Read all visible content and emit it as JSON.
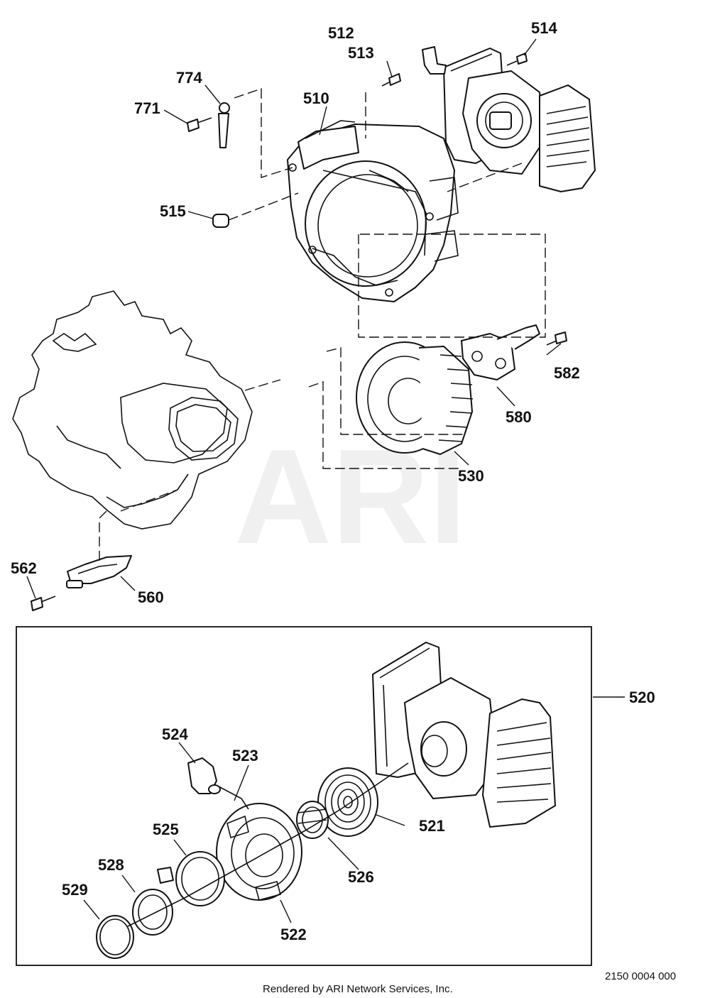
{
  "watermark": "ARI",
  "callouts": {
    "c510": "510",
    "c512": "512",
    "c513": "513",
    "c514": "514",
    "c515": "515",
    "c520": "520",
    "c521": "521",
    "c522": "522",
    "c523": "523",
    "c524": "524",
    "c525": "525",
    "c526": "526",
    "c528": "528",
    "c529": "529",
    "c530": "530",
    "c560": "560",
    "c562": "562",
    "c580": "580",
    "c582": "582",
    "c771": "771",
    "c774": "774"
  },
  "footer": {
    "drawing_number": "2150 0004 000",
    "credit": "Rendered by ARI Network Services, Inc."
  }
}
